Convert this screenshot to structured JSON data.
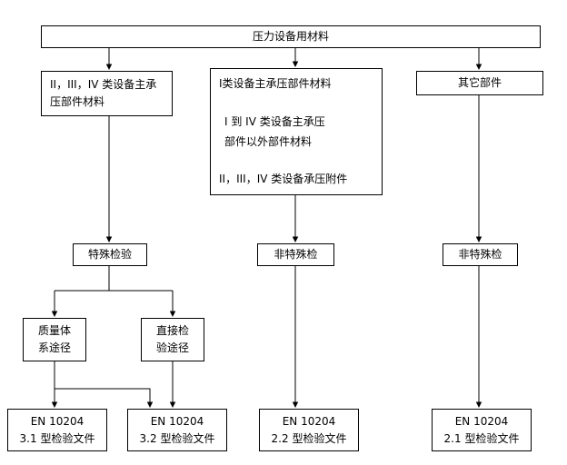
{
  "diagram": {
    "title": "压力设备用材料",
    "colors": {
      "border": "#000000",
      "background": "#ffffff",
      "text": "#000000"
    },
    "nodes": {
      "root": {
        "label": "压力设备用材料"
      },
      "class234_main": {
        "lines": [
          "II，III，IV 类设备主承",
          "压部件材料"
        ]
      },
      "middle_group": {
        "lines": [
          "I类设备主承压部件材料",
          "I 到 IV 类设备主承压",
          "部件以外部件材料",
          "II，III，IV 类设备承压附件"
        ]
      },
      "other_parts": {
        "label": "其它部件"
      },
      "special_inspection": {
        "label": "特殊检验"
      },
      "non_special_mid": {
        "label": "非特殊检"
      },
      "non_special_right": {
        "label": "非特殊检"
      },
      "quality_system_route": {
        "lines": [
          "质量体",
          "系途径"
        ]
      },
      "direct_inspection_route": {
        "lines": [
          "直接检",
          "验途径"
        ]
      },
      "en10204_31": {
        "lines": [
          "EN 10204",
          "3.1 型检验文件"
        ]
      },
      "en10204_32": {
        "lines": [
          "EN 10204",
          "3.2 型检验文件"
        ]
      },
      "en10204_22": {
        "lines": [
          "EN 10204",
          "2.2 型检验文件"
        ]
      },
      "en10204_21": {
        "lines": [
          "EN 10204",
          "2.1 型检验文件"
        ]
      }
    }
  }
}
